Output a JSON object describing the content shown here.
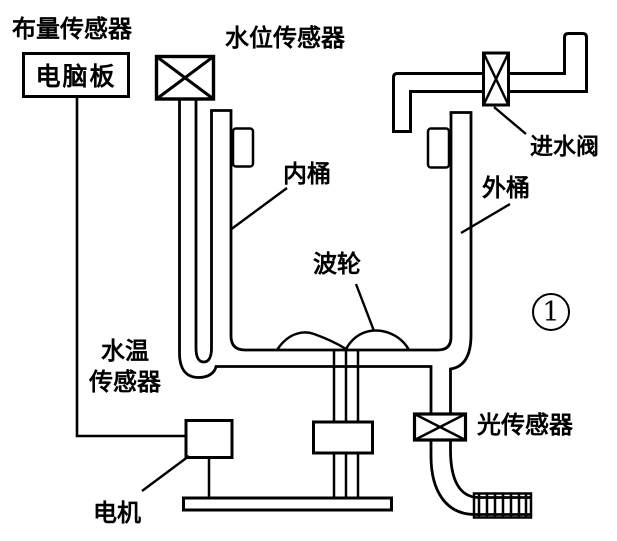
{
  "diagram": {
    "labels": {
      "cloth_sensor": "布量传感器",
      "computer_board": "电脑板",
      "water_level_sensor": "水位传感器",
      "inlet_valve": "进水阀",
      "inner_tub": "内桶",
      "outer_tub": "外桶",
      "pulsator": "波轮",
      "water_temp_sensor_line1": "水温",
      "water_temp_sensor_line2": "传感器",
      "motor": "电机",
      "light_sensor": "光传感器",
      "figure_number": "1"
    },
    "colors": {
      "line": "#000000",
      "background": "#ffffff"
    }
  }
}
